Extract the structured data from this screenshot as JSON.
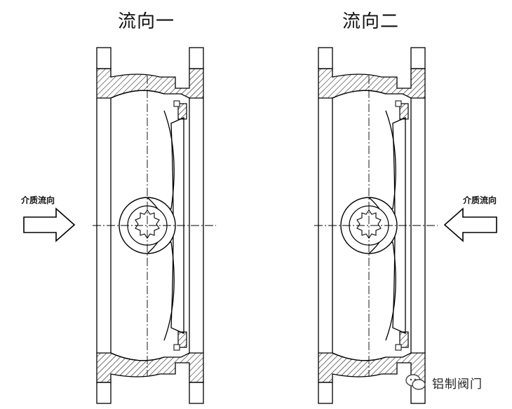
{
  "titles": {
    "left": "流向一",
    "right": "流向二"
  },
  "flow_labels": {
    "left": "介质流向",
    "right": "介质流向"
  },
  "arrows": {
    "left_direction": "right",
    "right_direction": "left"
  },
  "watermark": {
    "text": "铝制阀门",
    "icon": "wechat-icon"
  },
  "colors": {
    "line": "#000000",
    "hatch": "#000000",
    "background": "#ffffff"
  }
}
